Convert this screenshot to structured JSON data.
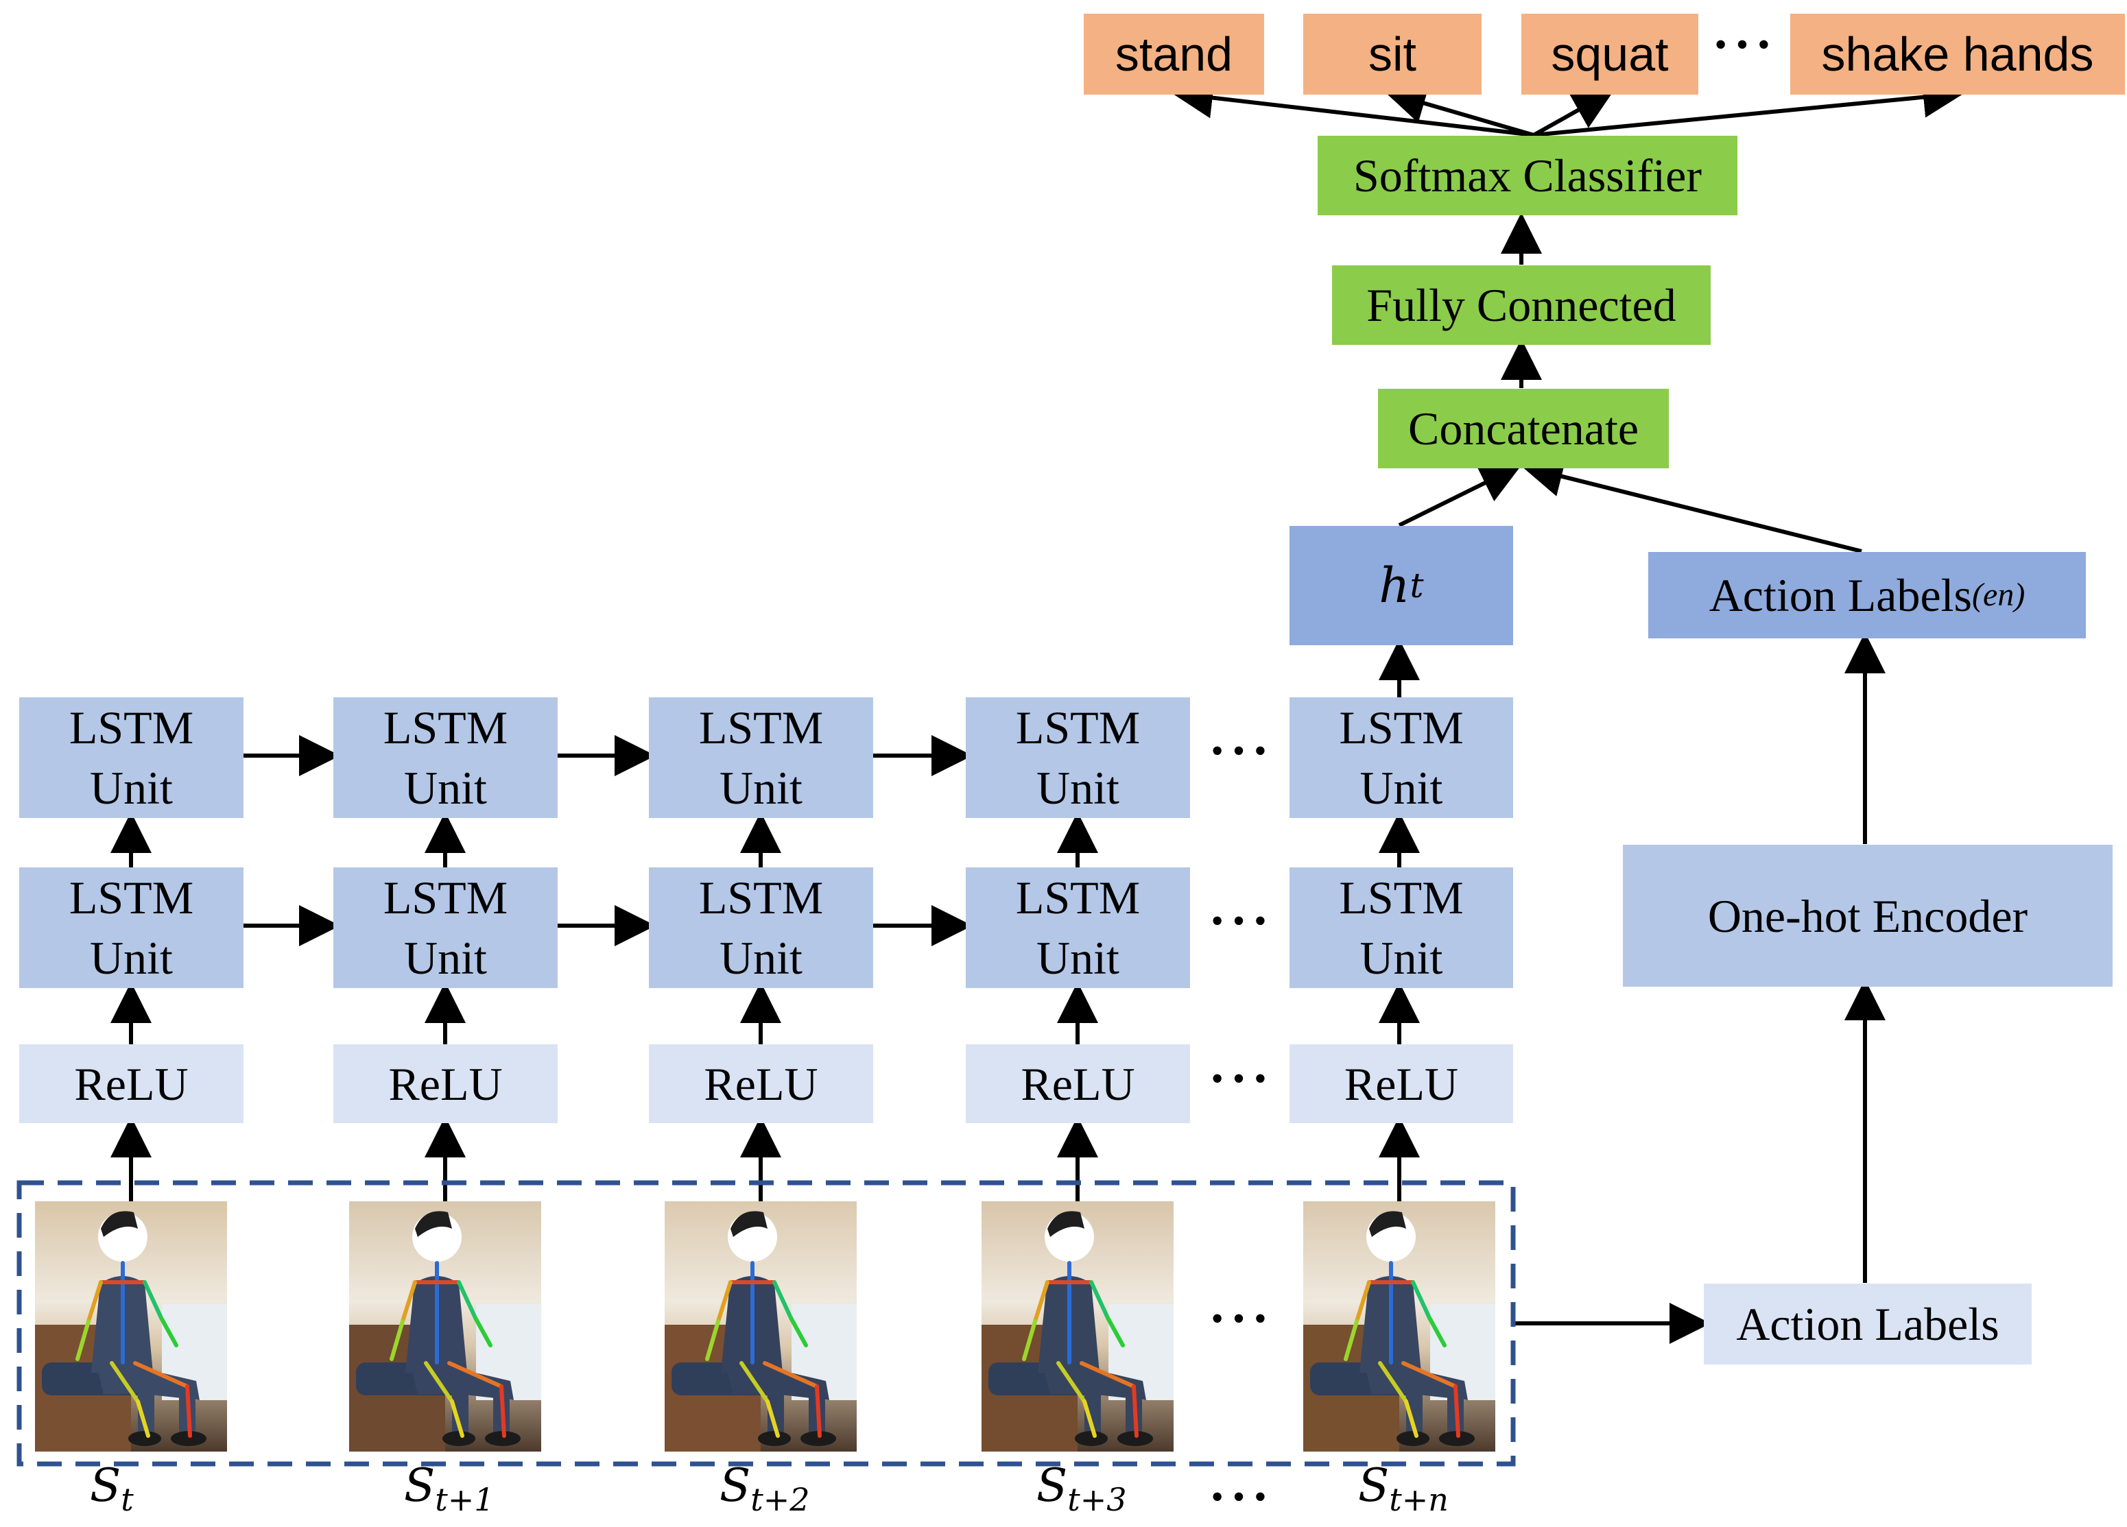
{
  "outputs": [
    "stand",
    "sit",
    "squat",
    "shake hands"
  ],
  "ellipsis": "···",
  "softmax": "Softmax Classifier",
  "fully_connected": "Fully Connected",
  "concatenate": "Concatenate",
  "hidden": {
    "base": "h",
    "sub": "t"
  },
  "action_labels_en": {
    "base": "Action Labels",
    "sub": "(en)"
  },
  "one_hot": "One-hot Encoder",
  "action_labels": "Action Labels",
  "lstm": {
    "line1": "LSTM",
    "line2": "Unit"
  },
  "relu": "ReLU",
  "sequence": [
    {
      "base": "S",
      "sub": "t"
    },
    {
      "base": "S",
      "sub": "t+1"
    },
    {
      "base": "S",
      "sub": "t+2"
    },
    {
      "base": "S",
      "sub": "t+3"
    },
    {
      "base": "S",
      "sub": "t+n"
    }
  ],
  "colors": {
    "output": "#f4b183",
    "green": "#8bcc4a",
    "lstm": "#b4c7e7",
    "relu": "#dae3f3",
    "hidden": "#8faadc",
    "dashed_border": "#2f528f"
  }
}
